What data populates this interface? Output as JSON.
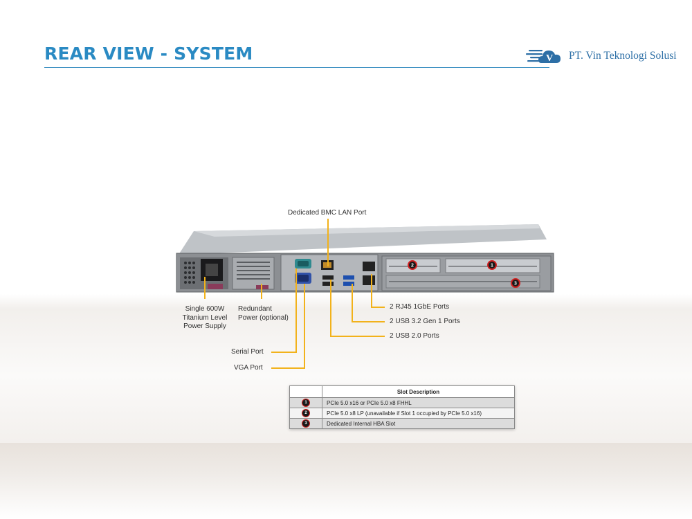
{
  "header": {
    "title": "REAR VIEW - SYSTEM",
    "logo_text": "PT. Vin Teknologi Solusi",
    "logo_letter": "V"
  },
  "colors": {
    "title_blue": "#2a8ac3",
    "callout_line": "#f2b21b",
    "badge_red": "#d02020"
  },
  "callouts": {
    "bmc": "Dedicated BMC LAN Port",
    "psu": [
      "Single 600W",
      "Titanium Level",
      "Power Supply"
    ],
    "redundant": [
      "Redundant",
      "Power (optional)"
    ],
    "rj45": "2 RJ45 1GbE Ports",
    "usb3": "2 USB 3.2 Gen 1 Ports",
    "usb2": "2 USB 2.0 Ports",
    "serial": "Serial Port",
    "vga": "VGA Port"
  },
  "server": {
    "slot_badges": [
      "2",
      "1",
      "3"
    ]
  },
  "slot_table": {
    "header": "Slot Description",
    "rows": [
      {
        "num": "1",
        "desc": "PCIe 5.0 x16 or PCIe 5.0 x8 FHHL"
      },
      {
        "num": "2",
        "desc": "PCIe 5.0 x8 LP (unavailable  if Slot 1 occupied by PCIe 5.0 x16)"
      },
      {
        "num": "3",
        "desc": "Dedicated Internal HBA Slot"
      }
    ]
  }
}
